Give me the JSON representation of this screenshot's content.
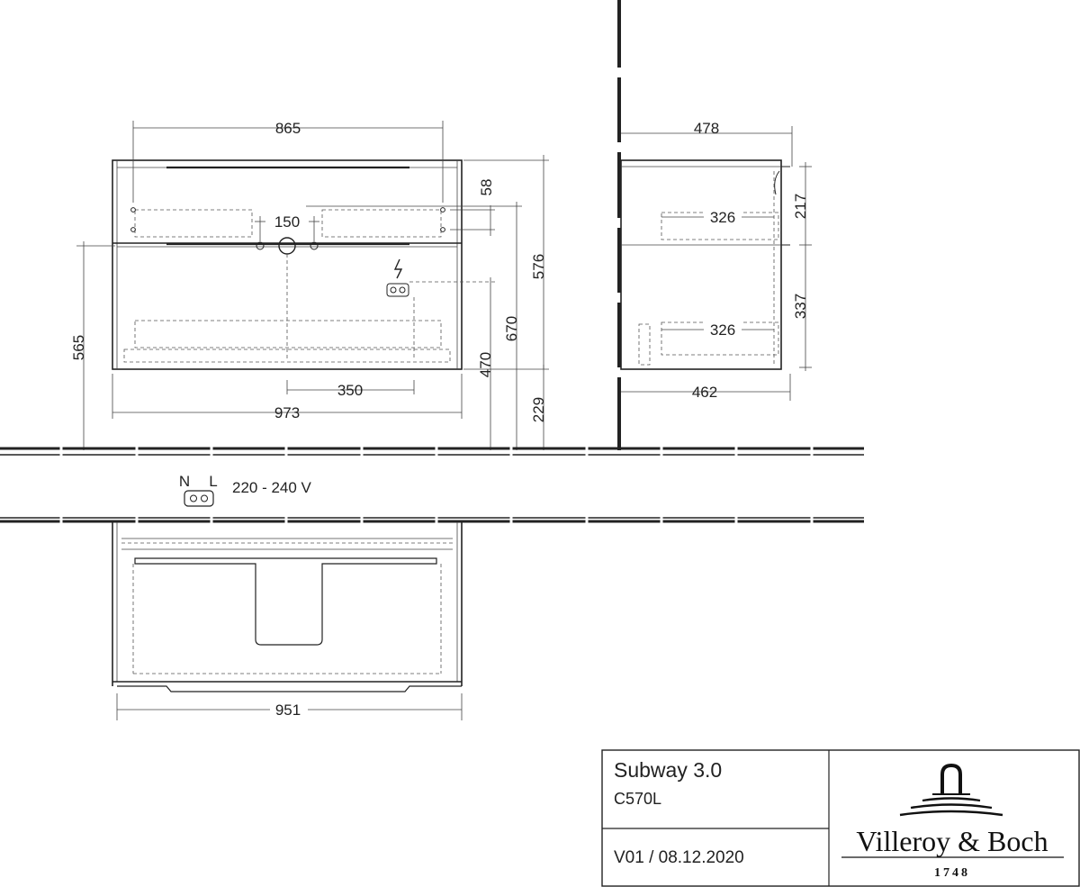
{
  "dimensions": {
    "front_top_width": "865",
    "front_top_offset": "58",
    "front_hole_spacing": "150",
    "front_socket_spacing": "350",
    "front_total_width": "973",
    "front_height_left": "565",
    "front_socket_height": "470",
    "front_drain_height": "670",
    "front_total_height": "576",
    "front_floor_clearance": "229",
    "side_depth_top": "478",
    "side_drawer_upper": "326",
    "side_drawer_lower": "326",
    "side_depth_bottom": "462",
    "side_upper_height": "217",
    "side_lower_height": "337",
    "plan_width": "951"
  },
  "electrical": {
    "neutral": "N",
    "live": "L",
    "voltage": "220 - 240 V"
  },
  "title_block": {
    "product": "Subway 3.0",
    "code": "C570L",
    "version": "V01 / 08.12.2020",
    "brand": "Villeroy & Boch",
    "year": "1748"
  }
}
